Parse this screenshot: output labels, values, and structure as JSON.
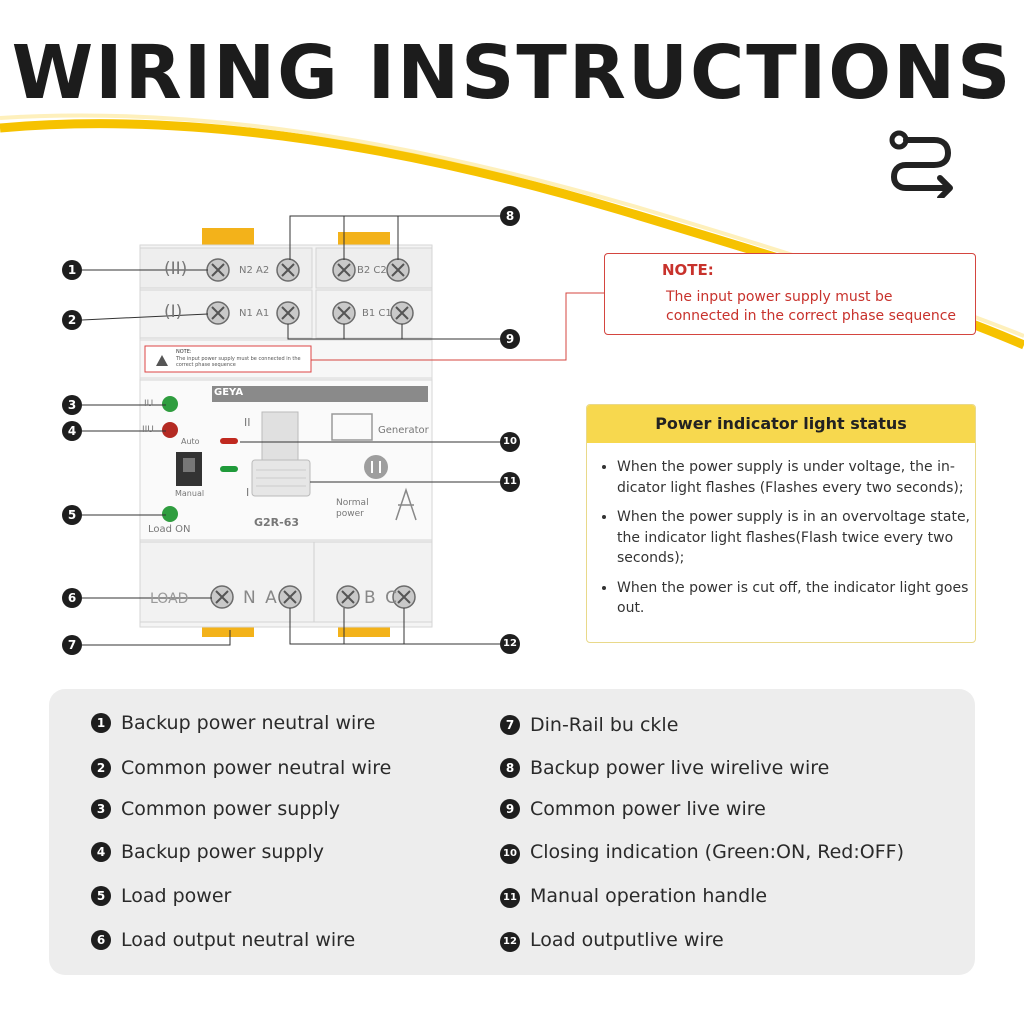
{
  "title": "WIRING INSTRUCTIONS",
  "icon": "route-icon",
  "colors": {
    "accent": "#f6c200",
    "note_red": "#d4453f",
    "header_yellow": "#f7d84e",
    "legend_bg": "#ededed"
  },
  "device": {
    "brand": "GEYA",
    "model": "G2R-63",
    "top_row_2": "(II)",
    "top_row_1": "(I)",
    "n2a2": "N2 A2",
    "b2c2": "B2 C2",
    "n1a1": "N1 A1",
    "b1c1": "B1 C1",
    "label_note_title": "NOTE:",
    "label_note_text": "The input power supply must be connected in the correct phase sequence",
    "iu": "IU",
    "iiu": "IIU",
    "auto": "Auto",
    "manual": "Manual",
    "load_on": "Load ON",
    "pos_ii": "II",
    "pos_i": "I",
    "generator": "Generator",
    "normal_power": "Normal power",
    "load": "LOAD",
    "na": "N A",
    "bc": "B C"
  },
  "callouts": [
    "1",
    "2",
    "3",
    "4",
    "5",
    "6",
    "7",
    "8",
    "9",
    "10",
    "11",
    "12"
  ],
  "note": {
    "title": "NOTE:",
    "text": "The input power supply must be connected in the correct phase sequence"
  },
  "power_indicator": {
    "title": "Power indicator light status",
    "items": [
      "When the power supply is under voltage, the in-dicator light flashes (Flashes every two seconds);",
      "When the power supply is in an overvoltage state, the indicator light flashes(Flash twice every two seconds);",
      "When the power is cut off, the indicator light goes out."
    ]
  },
  "legend": {
    "left": [
      {
        "n": "1",
        "text": "Backup power neutral wire"
      },
      {
        "n": "2",
        "text": "Common power neutral wire"
      },
      {
        "n": "3",
        "text": "Common power supply"
      },
      {
        "n": "4",
        "text": "Backup power supply"
      },
      {
        "n": "5",
        "text": "Load power"
      },
      {
        "n": "6",
        "text": "Load output neutral wire"
      }
    ],
    "right": [
      {
        "n": "7",
        "text": "Din-Rail bu ckle"
      },
      {
        "n": "8",
        "text": "Backup power live wirelive wire"
      },
      {
        "n": "9",
        "text": "Common power live wire"
      },
      {
        "n": "10",
        "text": "Closing indication (Green:ON, Red:OFF)"
      },
      {
        "n": "11",
        "text": "Manual operation handle"
      },
      {
        "n": "12",
        "text": "Load outputlive wire"
      }
    ]
  }
}
